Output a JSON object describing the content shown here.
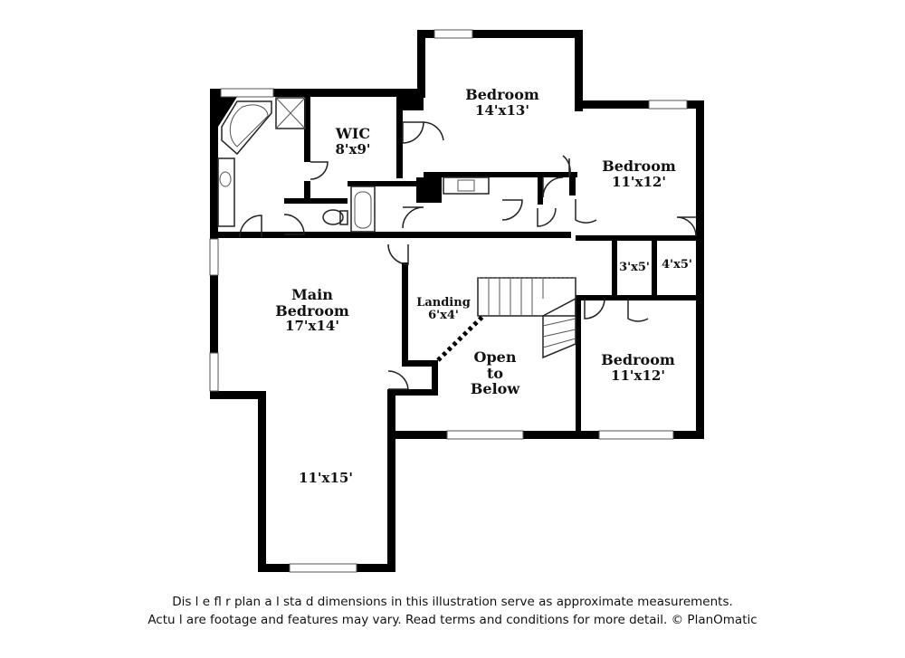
{
  "rooms": {
    "bedroom_top": {
      "name": "Bedroom",
      "dims": "14'x13'"
    },
    "wic": {
      "name": "WIC",
      "dims": "8'x9'"
    },
    "bedroom_right": {
      "name": "Bedroom",
      "dims": "11'x12'"
    },
    "closet_a": {
      "dims": "3'x5'"
    },
    "closet_b": {
      "dims": "4'x5'"
    },
    "main_bedroom": {
      "name_line1": "Main",
      "name_line2": "Bedroom",
      "dims": "17'x14'"
    },
    "landing": {
      "name": "Landing",
      "dims": "6'x4'"
    },
    "open_to_below": {
      "line1": "Open",
      "line2": "to",
      "line3": "Below"
    },
    "bedroom_bottom": {
      "name": "Bedroom",
      "dims": "11'x12'"
    },
    "main_ext": {
      "dims": "11'x15'"
    }
  },
  "disclaimer": {
    "line1": "Dis      l   e fl   r plan a  l  sta  d dimensions in this illustration serve as approximate measurements.",
    "line2": "Actu l   are footage and features may vary. Read terms and conditions for more detail. © PlanOmatic"
  }
}
